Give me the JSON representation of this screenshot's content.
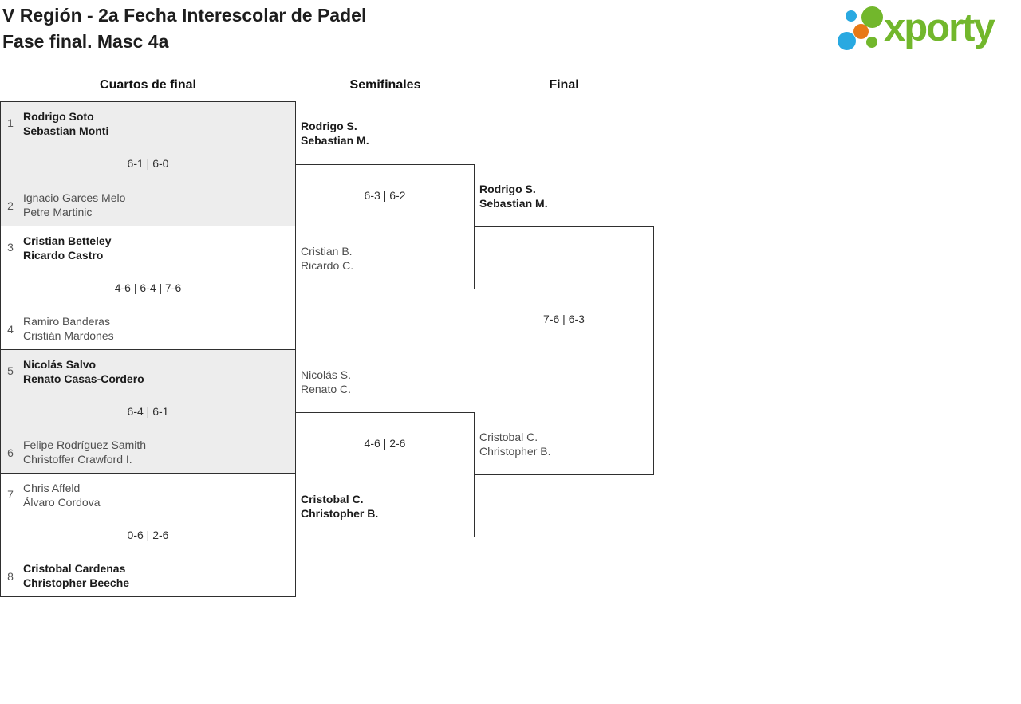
{
  "header": {
    "title_line1": "V Región - 2a Fecha Interescolar de Padel",
    "title_line2": "Fase final. Masc 4a"
  },
  "logo": {
    "text": "xporty",
    "brand_green": "#72b72c",
    "brand_blue": "#29a9e1",
    "brand_orange": "#e87916"
  },
  "rounds": [
    {
      "label": "Cuartos de final",
      "matches": [
        {
          "score": "6-1 | 6-0",
          "teams": [
            {
              "seed": "1",
              "players": [
                "Rodrigo Soto",
                "Sebastian Monti"
              ],
              "winner": true
            },
            {
              "seed": "2",
              "players": [
                "Ignacio Garces Melo",
                "Petre Martinic"
              ],
              "winner": false
            }
          ]
        },
        {
          "score": "4-6 | 6-4 | 7-6",
          "teams": [
            {
              "seed": "3",
              "players": [
                "Cristian Betteley",
                "Ricardo Castro"
              ],
              "winner": true
            },
            {
              "seed": "4",
              "players": [
                "Ramiro Banderas",
                "Cristián Mardones"
              ],
              "winner": false
            }
          ]
        },
        {
          "score": "6-4 | 6-1",
          "teams": [
            {
              "seed": "5",
              "players": [
                "Nicolás Salvo",
                "Renato Casas-Cordero"
              ],
              "winner": true
            },
            {
              "seed": "6",
              "players": [
                "Felipe Rodríguez Samith",
                "Christoffer Crawford I."
              ],
              "winner": false
            }
          ]
        },
        {
          "score": "0-6 | 2-6",
          "teams": [
            {
              "seed": "7",
              "players": [
                "Chris Affeld",
                "Álvaro Cordova"
              ],
              "winner": false
            },
            {
              "seed": "8",
              "players": [
                "Cristobal Cardenas",
                "Christopher Beeche"
              ],
              "winner": true
            }
          ]
        }
      ]
    },
    {
      "label": "Semifinales",
      "matches": [
        {
          "score": "6-3 | 6-2",
          "teams": [
            {
              "players": [
                "Rodrigo S.",
                "Sebastian M."
              ],
              "winner": true
            },
            {
              "players": [
                "Cristian B.",
                "Ricardo C."
              ],
              "winner": false
            }
          ]
        },
        {
          "score": "4-6 | 2-6",
          "teams": [
            {
              "players": [
                "Nicolás S.",
                "Renato C."
              ],
              "winner": false
            },
            {
              "players": [
                "Cristobal C.",
                "Christopher B."
              ],
              "winner": true
            }
          ]
        }
      ]
    },
    {
      "label": "Final",
      "matches": [
        {
          "score": "7-6 | 6-3",
          "teams": [
            {
              "players": [
                "Rodrigo S.",
                "Sebastian M."
              ],
              "winner": true
            },
            {
              "players": [
                "Cristobal C.",
                "Christopher B."
              ],
              "winner": false
            }
          ]
        }
      ]
    }
  ]
}
